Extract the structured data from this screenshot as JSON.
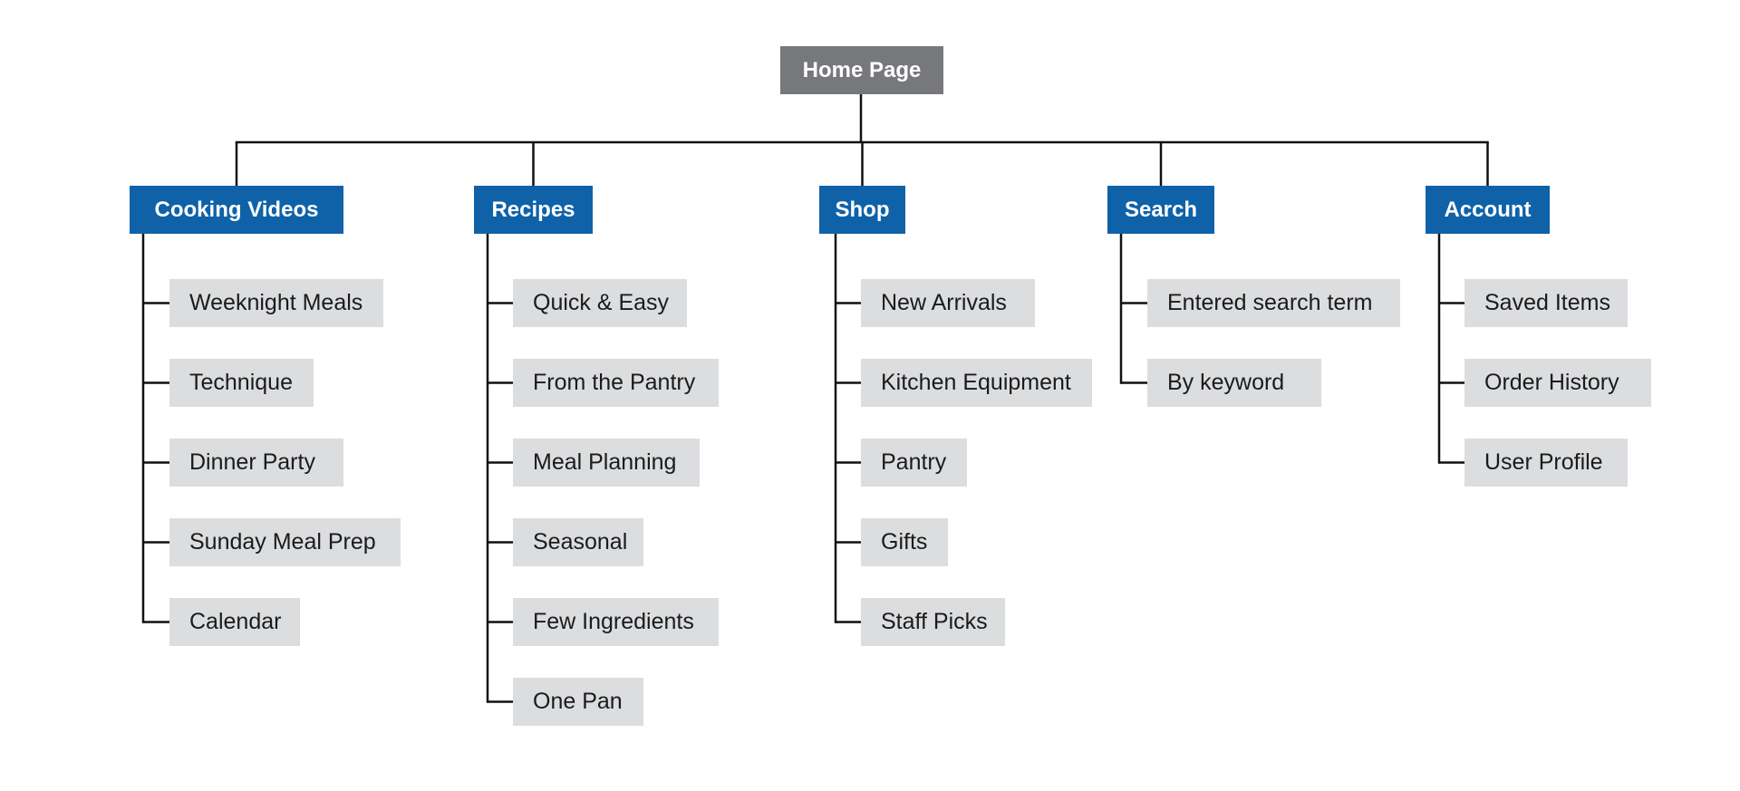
{
  "colors": {
    "root_bg": "#77787b",
    "category_bg": "#0f62a8",
    "leaf_bg": "#dcdddf",
    "connector": "#111111"
  },
  "root": {
    "label": "Home Page"
  },
  "categories": [
    {
      "label": "Cooking Videos",
      "items": [
        "Weeknight Meals",
        "Technique",
        "Dinner Party",
        "Sunday Meal Prep",
        "Calendar"
      ]
    },
    {
      "label": "Recipes",
      "items": [
        "Quick & Easy",
        "From the Pantry",
        "Meal Planning",
        "Seasonal",
        "Few Ingredients",
        "One Pan"
      ]
    },
    {
      "label": "Shop",
      "items": [
        "New Arrivals",
        "Kitchen Equipment",
        "Pantry",
        "Gifts",
        "Staff Picks"
      ]
    },
    {
      "label": "Search",
      "items": [
        "Entered search term",
        "By keyword"
      ]
    },
    {
      "label": "Account",
      "items": [
        "Saved Items",
        "Order History",
        "User Profile"
      ]
    }
  ]
}
